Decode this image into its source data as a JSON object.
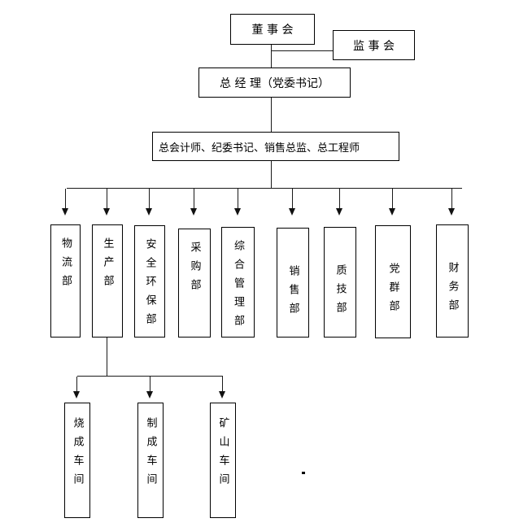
{
  "page": {
    "background": "#ffffff"
  },
  "colors": {
    "line": "#1a1a1a",
    "box_border": "#000000",
    "box_fill": "#ffffff",
    "text": "#000000"
  },
  "org_chart": {
    "type": "org-chart",
    "nodes": {
      "board": {
        "label": "董 事 会"
      },
      "supervisory": {
        "label": "监 事 会"
      },
      "general_manager": {
        "label": "总 经 理（党委书记）"
      },
      "staff_line": {
        "label": "总会计师、纪委书记、销售总监、总工程师"
      },
      "departments": [
        {
          "label": "物流部"
        },
        {
          "label": "生产部"
        },
        {
          "label": "安全环保部"
        },
        {
          "label": "采购部"
        },
        {
          "label": "综合管理部"
        },
        {
          "label": "销售部"
        },
        {
          "label": "质技部"
        },
        {
          "label": "党群部"
        },
        {
          "label": "财务部"
        }
      ],
      "workshops": [
        {
          "label": "烧成车间"
        },
        {
          "label": "制成车间"
        },
        {
          "label": "矿山车间"
        }
      ]
    },
    "edges": [
      {
        "from": "board",
        "to": "general_manager"
      },
      {
        "from": "board",
        "to": "supervisory"
      },
      {
        "from": "general_manager",
        "to": "staff_line"
      },
      {
        "from": "staff_line",
        "to": "departments"
      },
      {
        "from": "departments.1",
        "to": "workshops"
      }
    ],
    "stray_mark": "·"
  }
}
